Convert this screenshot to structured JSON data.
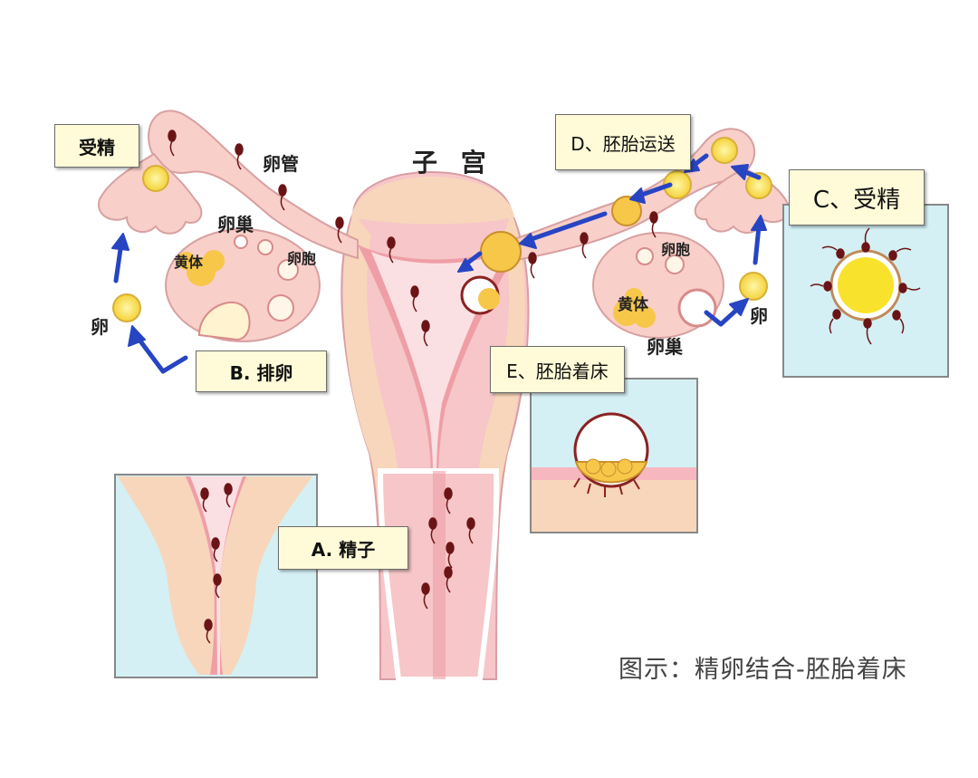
{
  "diagram": {
    "uterus_label": "子 宫",
    "tube_label": "卵管",
    "left_ovary": {
      "title": "卵巢",
      "corpus_luteum": "黄体",
      "follicle": "卵胞"
    },
    "right_ovary": {
      "title": "卵巢",
      "corpus_luteum": "黄体",
      "follicle": "卵胞"
    },
    "egg_left": "卵",
    "egg_right": "卵",
    "callouts": {
      "fertilize_left": "受精",
      "ovulation": "B. 排卵",
      "sperm": "A. 精子",
      "fertilize_right": "C、受精",
      "transport": "D、胚胎运送",
      "implantation": "E、胚胎着床"
    },
    "caption": "图示：精卵结合-胚胎着床"
  },
  "colors": {
    "uterus_outer": "#f8d6bb",
    "uterus_pink": "#f6c6c8",
    "lining": "#ef9ea6",
    "cavity": "#fbe0e3",
    "inset_bg": "#d4f0f4",
    "callout_bg": "#fffbd8",
    "arrow": "#2745c2",
    "sperm": "#6b1416",
    "egg": "#fbe56b"
  }
}
